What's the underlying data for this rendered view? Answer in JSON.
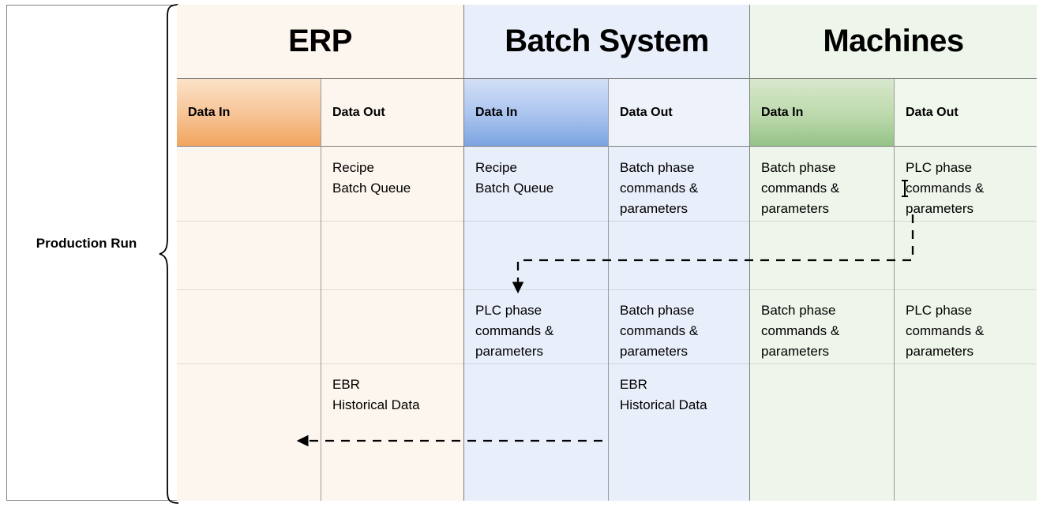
{
  "diagram": {
    "title": "Production Run data flow swimlane",
    "left_group_label": "Production\nRun",
    "colors": {
      "erp_accent": "#f0a55f",
      "batch_accent": "#7ba3e0",
      "machines_accent": "#94c287",
      "erp_lane_bg": "#fdf6ee",
      "batch_lane_bg": "#e9eefb",
      "machines_lane_bg": "#eef5ea",
      "border": "#7f7f7f",
      "arrow": "#000000"
    }
  },
  "lanes": [
    {
      "id": "erp",
      "title": "ERP",
      "columns": [
        {
          "id": "erp-in",
          "header": "Data In",
          "cells": [
            "",
            "",
            "",
            ""
          ]
        },
        {
          "id": "erp-out",
          "header": "Data Out",
          "cells": [
            "Recipe\nBatch Queue",
            "",
            "",
            "EBR\nHistorical Data"
          ]
        }
      ]
    },
    {
      "id": "batch",
      "title": "Batch System",
      "columns": [
        {
          "id": "batch-in",
          "header": "Data In",
          "cells": [
            "Recipe\nBatch Queue",
            "",
            "PLC phase\ncommands &\nparameters",
            ""
          ]
        },
        {
          "id": "batch-out",
          "header": "Data Out",
          "cells": [
            "Batch phase\ncommands &\nparameters",
            "",
            "Batch phase\ncommands &\nparameters",
            "EBR\nHistorical Data"
          ]
        }
      ]
    },
    {
      "id": "machines",
      "title": "Machines",
      "columns": [
        {
          "id": "machines-in",
          "header": "Data In",
          "cells": [
            "Batch phase\ncommands &\nparameters",
            "",
            "Batch phase\ncommands &\nparameters",
            ""
          ]
        },
        {
          "id": "machines-out",
          "header": "Data Out",
          "cells": [
            "PLC phase\ncommands &\nparameters",
            "",
            "PLC phase\ncommands &\nparameters",
            ""
          ]
        }
      ]
    }
  ],
  "connectors": [
    {
      "id": "machines-out-to-batch-in",
      "style": "dashed",
      "from": "Machines / Data Out (PLC phase commands & parameters)",
      "to": "Batch System / Data In (PLC phase commands & parameters)"
    },
    {
      "id": "batch-out-to-erp-out",
      "style": "dashed",
      "from": "Batch System / Data Out (EBR Historical Data)",
      "to": "ERP / Data Out (EBR Historical Data)"
    }
  ]
}
